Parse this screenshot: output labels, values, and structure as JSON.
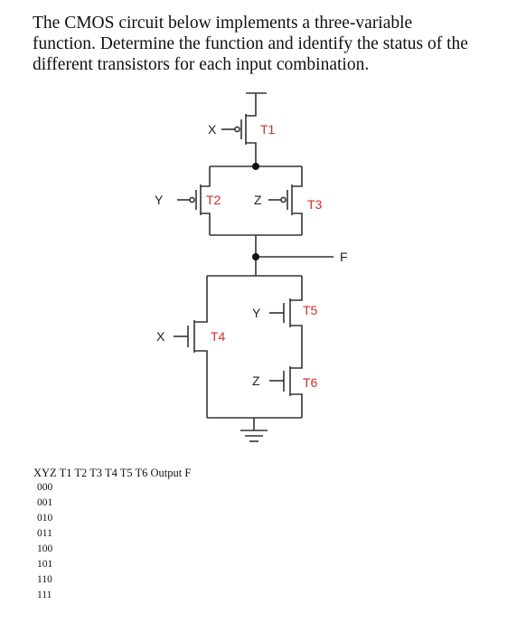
{
  "question": {
    "lines": [
      "The CMOS circuit below implements a three-variable",
      "function. Determine the function and identify the status of the",
      "different transistors for each input combination."
    ]
  },
  "circuit": {
    "label_color": "#d42a2a",
    "wire_color": "#333333",
    "inputs": {
      "t1": "X",
      "t2": "Y",
      "t3": "Z",
      "t4": "X",
      "t5": "Y",
      "t6": "Z"
    },
    "transistors": {
      "t1": "T1",
      "t2": "T2",
      "t3": "T3",
      "t4": "T4",
      "t5": "T5",
      "t6": "T6"
    },
    "output": "F"
  },
  "table": {
    "header": "XYZ T1 T2 T3 T4 T5 T6 Output F",
    "rows": [
      "000",
      "001",
      "010",
      "011",
      "100",
      "101",
      "110",
      "111"
    ]
  }
}
